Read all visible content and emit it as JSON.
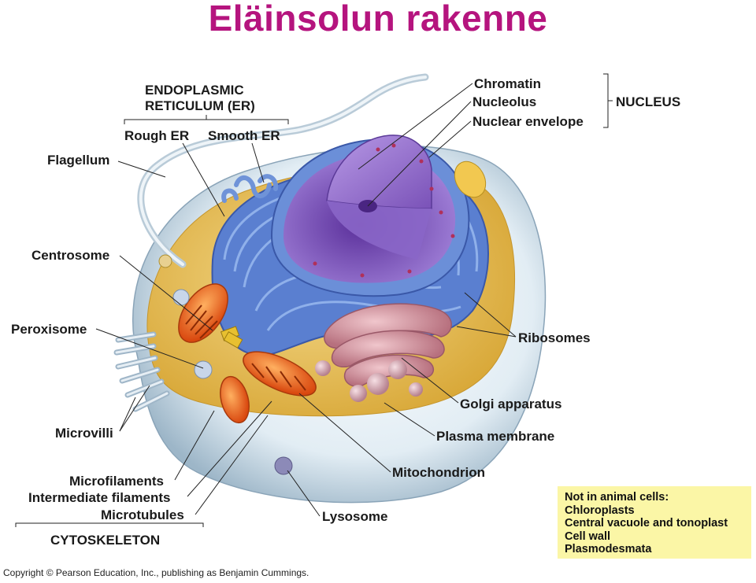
{
  "title": "Eläinsolun rakenne",
  "labels": {
    "er": "ENDOPLASMIC\nRETICULUM (ER)",
    "er_line1": "ENDOPLASMIC",
    "er_line2": "RETICULUM (ER)",
    "rough_er": "Rough ER",
    "smooth_er": "Smooth ER",
    "flagellum": "Flagellum",
    "centrosome": "Centrosome",
    "peroxisome": "Peroxisome",
    "microvilli": "Microvilli",
    "microfilaments": "Microfilaments",
    "intermediate_filaments": "Intermediate filaments",
    "microtubules": "Microtubules",
    "cytoskeleton": "CYTOSKELETON",
    "chromatin": "Chromatin",
    "nucleolus": "Nucleolus",
    "nuclear_envelope": "Nuclear envelope",
    "nucleus": "NUCLEUS",
    "ribosomes": "Ribosomes",
    "golgi": "Golgi apparatus",
    "plasma_membrane": "Plasma membrane",
    "mitochondrion": "Mitochondrion",
    "lysosome": "Lysosome"
  },
  "note": {
    "heading": "Not in animal cells:",
    "items": [
      "Chloroplasts",
      "Central vacuole and tonoplast",
      "Cell wall",
      "Plasmodesmata"
    ]
  },
  "copyright": "Copyright © Pearson Education, Inc., publishing as Benjamin Cummings.",
  "colors": {
    "title": "#b5147e",
    "note_bg": "#fbf6a6",
    "cytoplasm": "#e8c25a",
    "nucleus": "#7a52b8",
    "er": "#4a6fc4",
    "golgi": "#c98a96",
    "mitochondrion": "#e8621e",
    "membrane": "#dfeaf2"
  }
}
